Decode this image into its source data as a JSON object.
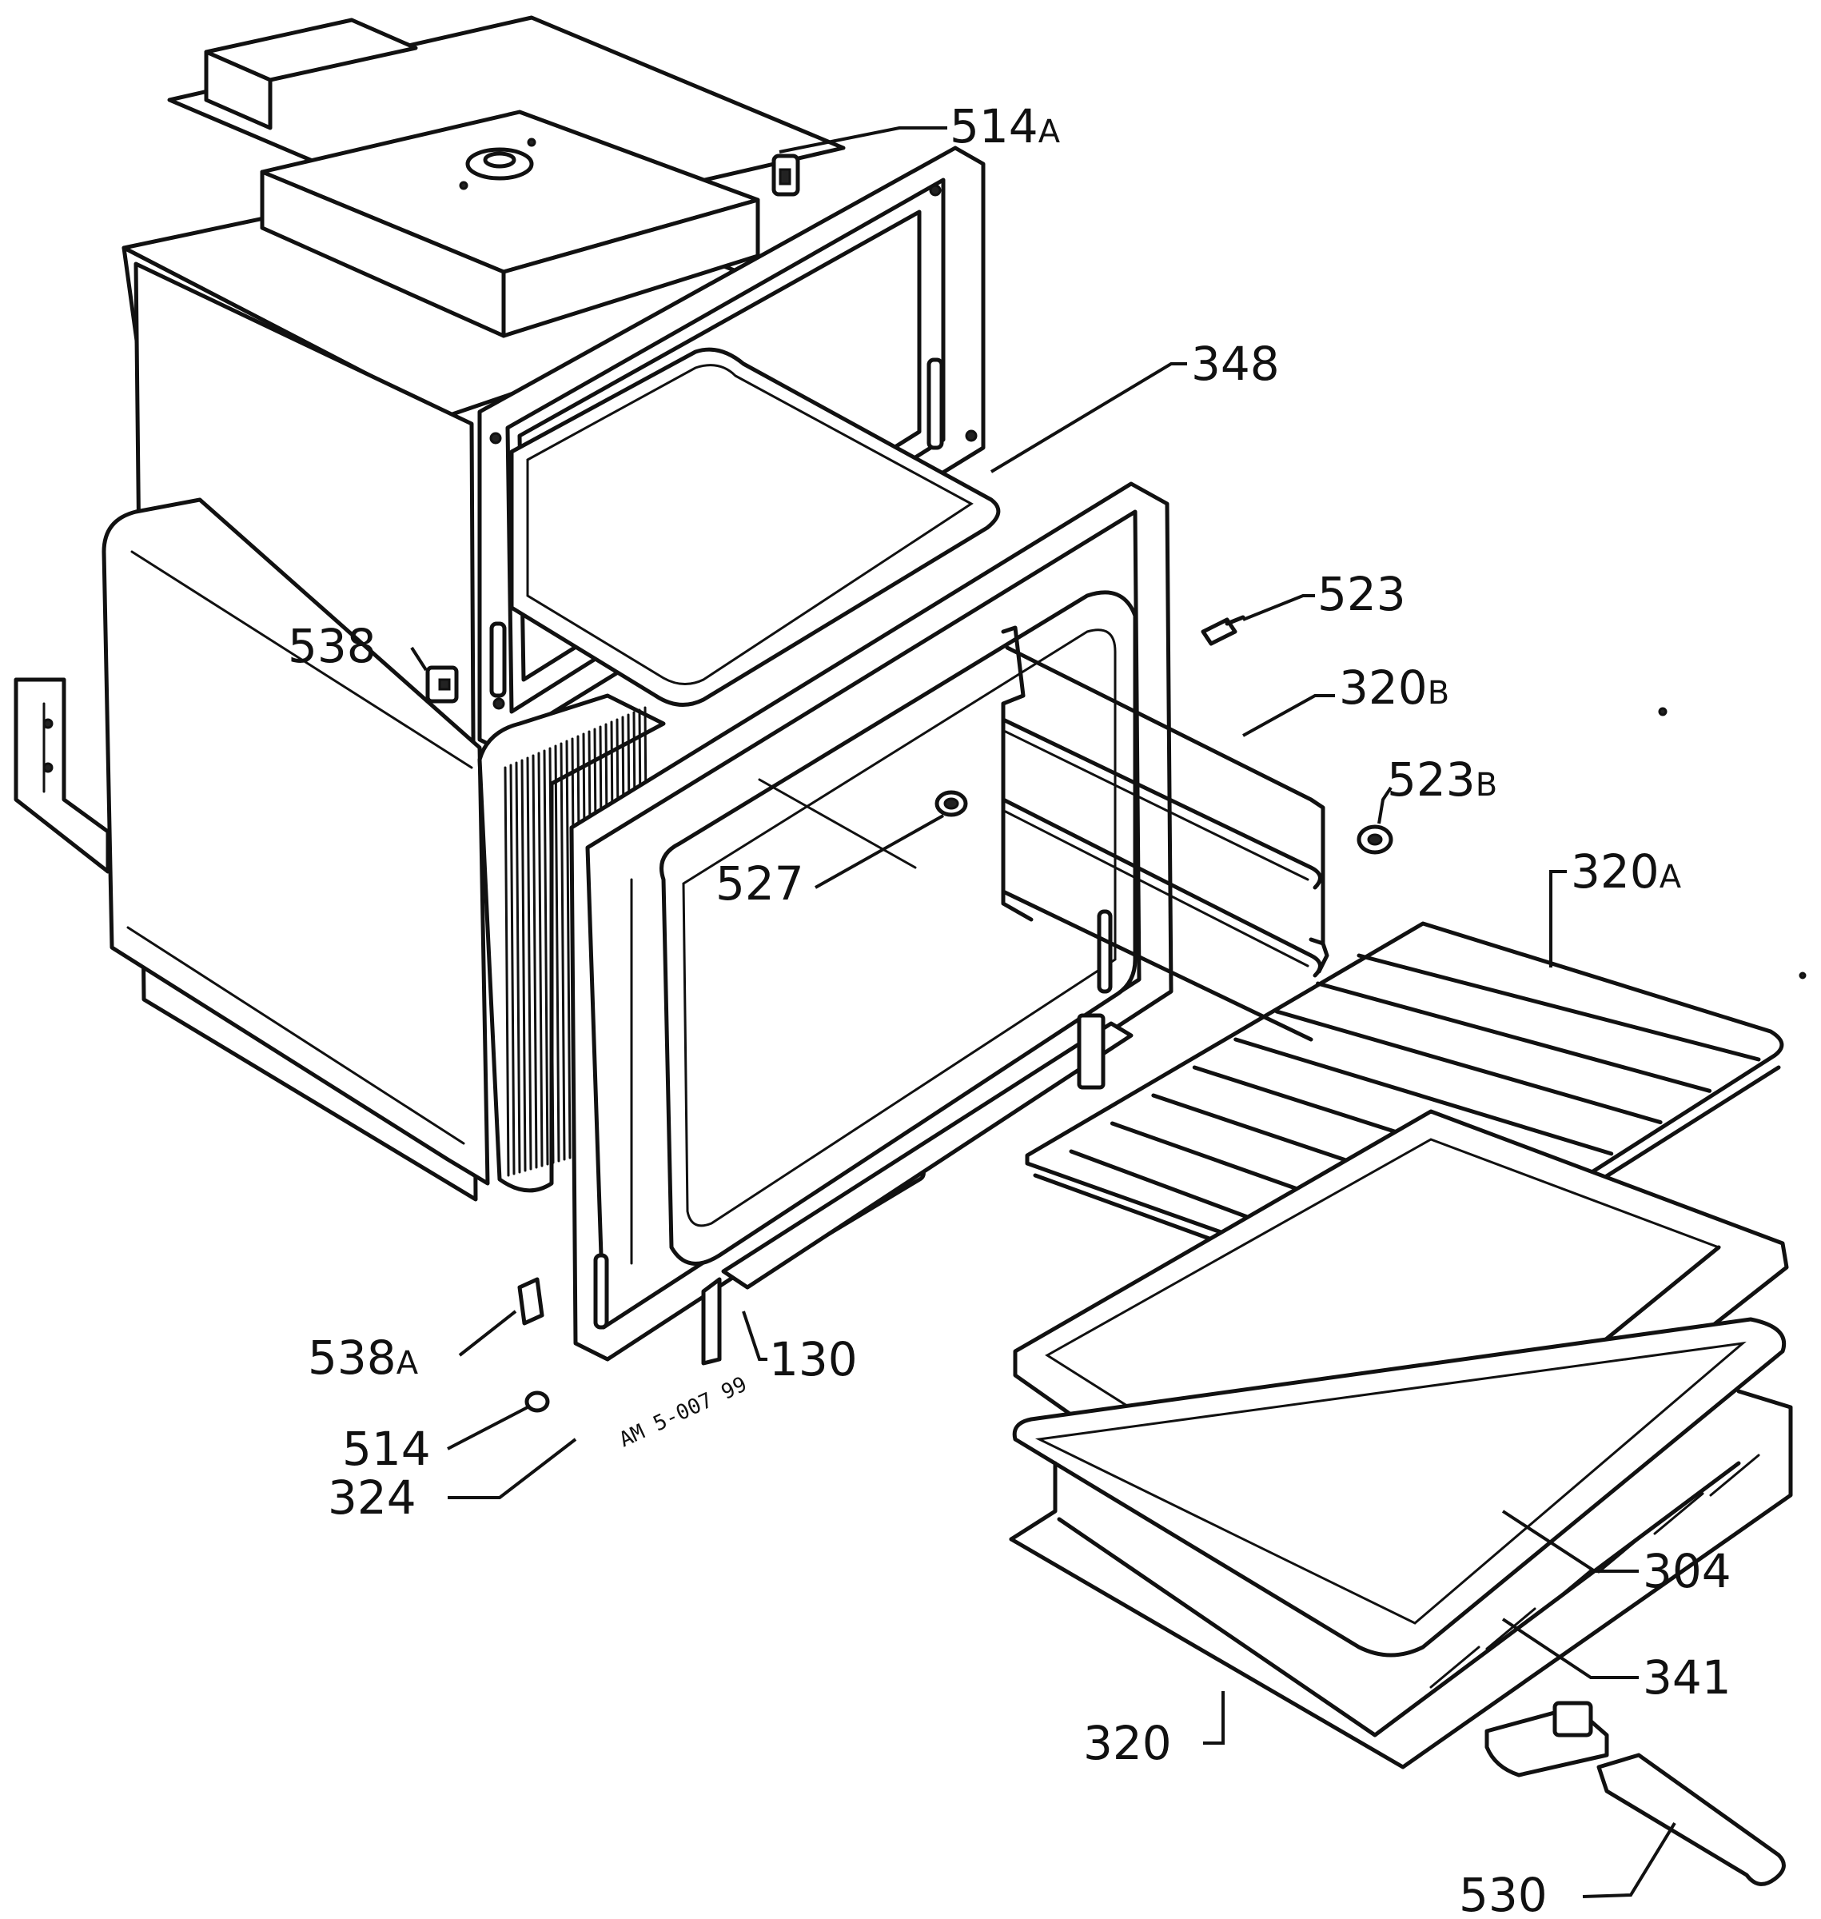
{
  "callouts": [
    {
      "id": "514a",
      "num": "514",
      "suffix": "A"
    },
    {
      "id": "348",
      "num": "348",
      "suffix": ""
    },
    {
      "id": "523",
      "num": "523",
      "suffix": ""
    },
    {
      "id": "538",
      "num": "538",
      "suffix": ""
    },
    {
      "id": "320b",
      "num": "320",
      "suffix": "B"
    },
    {
      "id": "523b",
      "num": "523",
      "suffix": "B"
    },
    {
      "id": "320a",
      "num": "320",
      "suffix": "A"
    },
    {
      "id": "527",
      "num": "527",
      "suffix": ""
    },
    {
      "id": "538a",
      "num": "538",
      "suffix": "A"
    },
    {
      "id": "130",
      "num": "130",
      "suffix": ""
    },
    {
      "id": "514",
      "num": "514",
      "suffix": ""
    },
    {
      "id": "324",
      "num": "324",
      "suffix": ""
    },
    {
      "id": "304",
      "num": "304",
      "suffix": ""
    },
    {
      "id": "341",
      "num": "341",
      "suffix": ""
    },
    {
      "id": "320",
      "num": "320",
      "suffix": ""
    },
    {
      "id": "530",
      "num": "530",
      "suffix": ""
    }
  ],
  "stamp": "AM 5-007 99",
  "colors": {
    "ink": "#111111",
    "paper": "#ffffff"
  }
}
